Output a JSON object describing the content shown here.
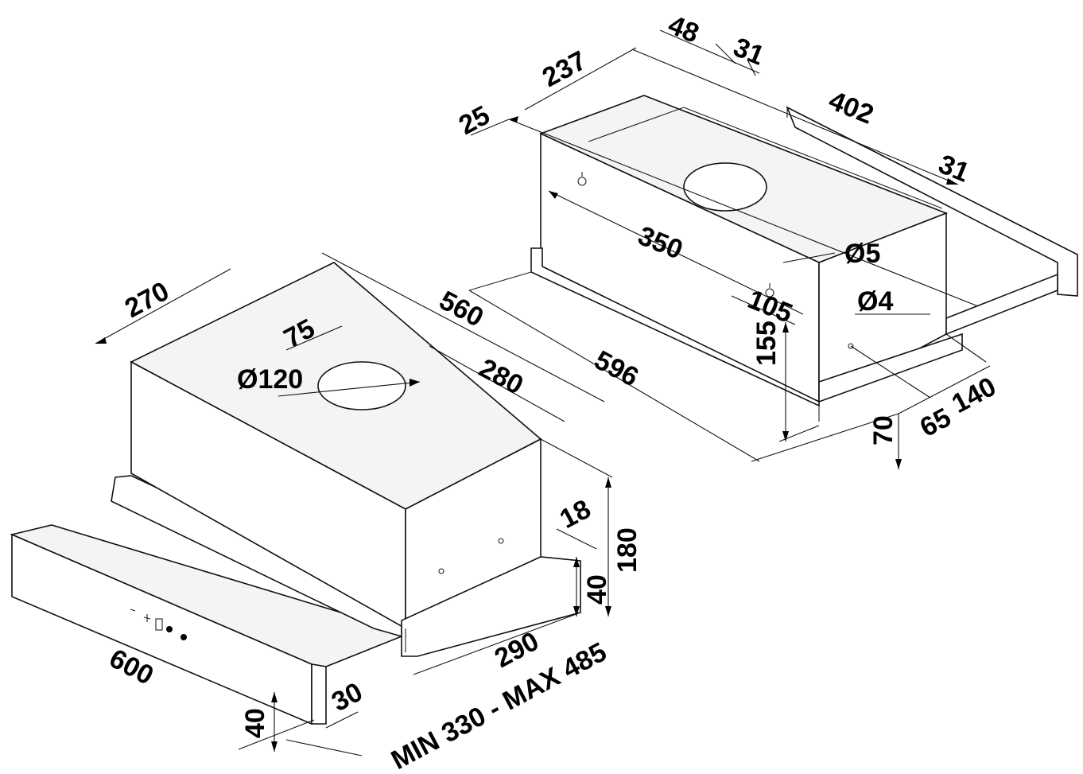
{
  "drawing": {
    "labels": {
      "d_48": "48",
      "d_31_top": "31",
      "d_237": "237",
      "d_402": "402",
      "d_25": "25",
      "d_31_right": "31",
      "d_350": "350",
      "d_phi5": "Ø5",
      "d_phi4": "Ø4",
      "d_105": "105",
      "d_155": "155",
      "d_65": "65",
      "d_140": "140",
      "d_70": "70",
      "d_560": "560",
      "d_596": "596",
      "d_270": "270",
      "d_75": "75",
      "d_phi120": "Ø120",
      "d_280": "280",
      "d_18": "18",
      "d_180": "180",
      "d_40_right": "40",
      "d_290": "290",
      "d_600": "600",
      "d_30": "30",
      "d_40_left": "40",
      "d_minmax": "MIN 330 - MAX 485"
    },
    "panel_icons": [
      "minus-icon",
      "plus-icon",
      "display-icon",
      "button-dot-icon",
      "button-dot-icon"
    ]
  }
}
